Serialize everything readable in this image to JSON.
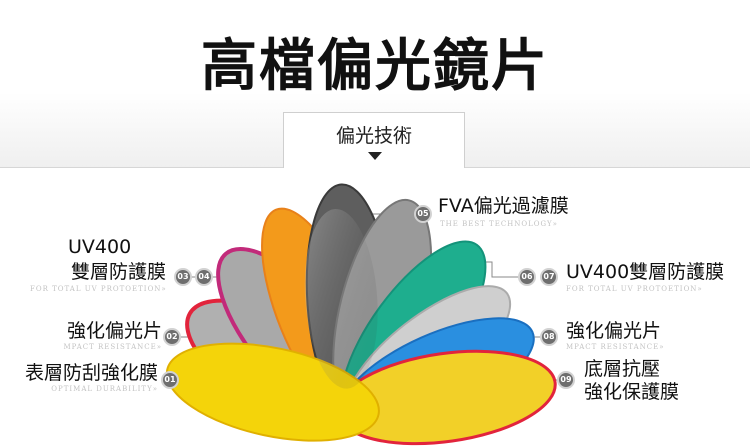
{
  "title": "高檔偏光鏡片",
  "tab_label": "偏光技術",
  "callouts": {
    "c05": {
      "num": "05",
      "label": "FVA偏光過濾膜",
      "sub": "THE BEST TECHNOLOGY»"
    },
    "c0304": {
      "nums": [
        "03",
        "04"
      ],
      "label_line1": "UV400",
      "label_line2": "雙層防護膜",
      "sub": "FOR TOTAL UV PROTOETION»"
    },
    "c0607": {
      "nums": [
        "06",
        "07"
      ],
      "label": "UV400雙層防護膜",
      "sub": "FOR TOTAL UV PROTOETION»"
    },
    "c02": {
      "num": "02",
      "label": "強化偏光片",
      "sub": "MPACT RESISTANCE»"
    },
    "c08": {
      "num": "08",
      "label": "強化偏光片",
      "sub": "MPACT RESISTANCE»"
    },
    "c01": {
      "num": "01",
      "label": "表層防刮強化膜",
      "sub": "OPTIMAL DURABILITY»"
    },
    "c09": {
      "num": "09",
      "label_line1": "底層抗壓",
      "label_line2": "強化保護膜"
    }
  },
  "lens_colors": [
    "#f4d40a",
    "#e2243c",
    "#b8b8b8",
    "#c22a7a",
    "#f39a1b",
    "#5e5e5e",
    "#9a9a9a",
    "#1eae8e",
    "#c7c7c7",
    "#2a8fe0",
    "#f2d028"
  ]
}
